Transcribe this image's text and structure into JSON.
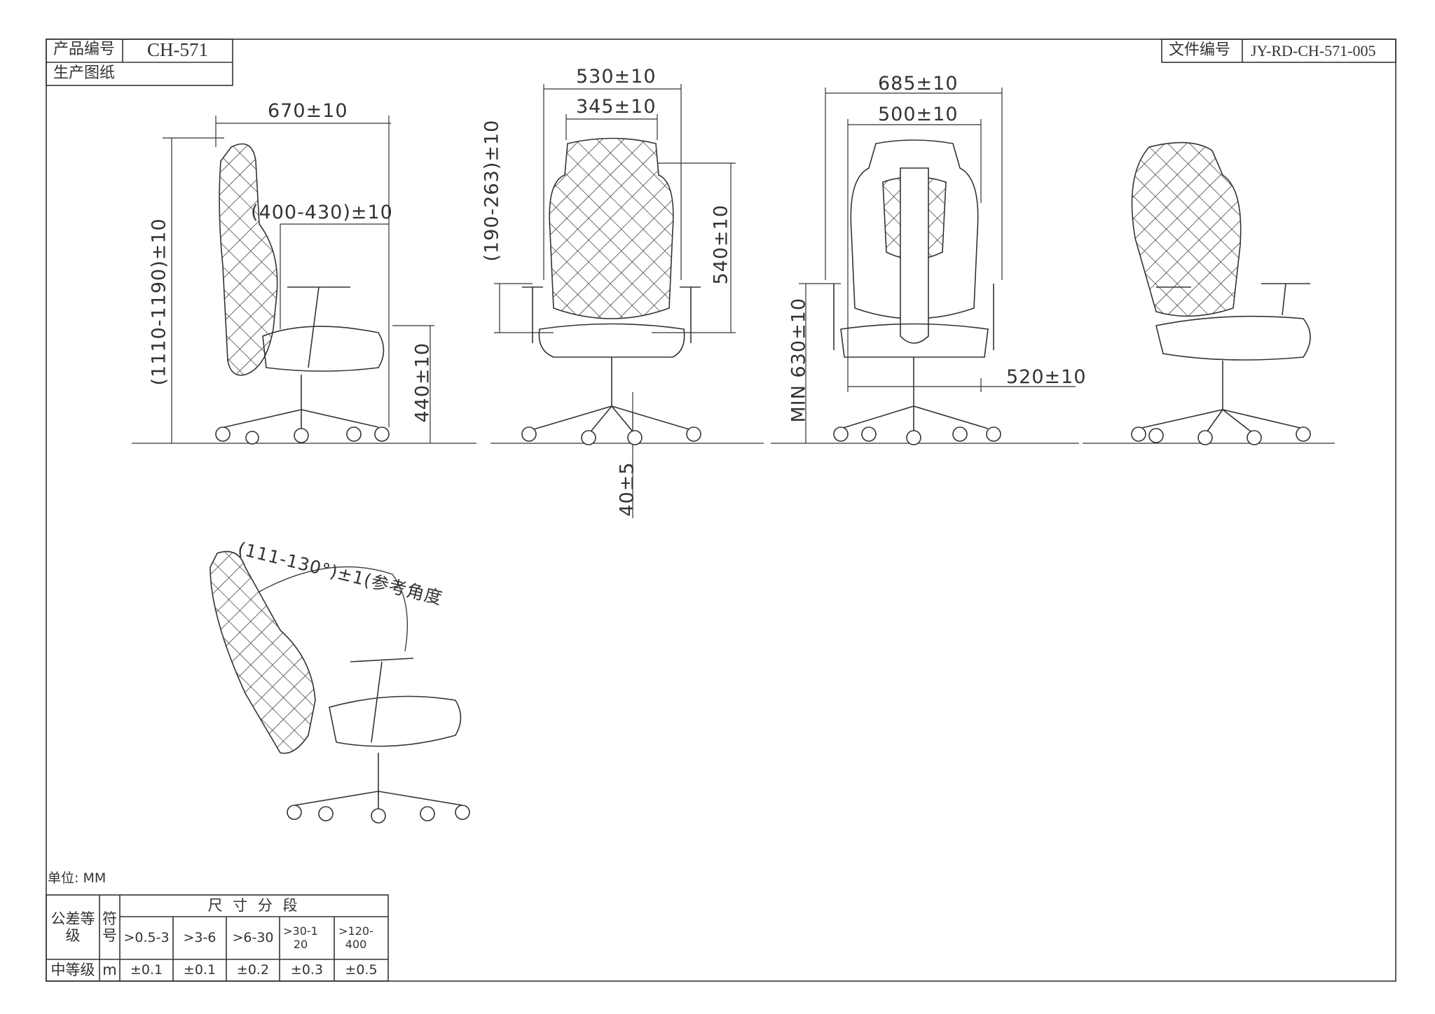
{
  "title_block": {
    "product_no_label": "产品编号",
    "product_no": "CH-571",
    "drawing_type": "生产图纸",
    "file_no_label": "文件编号",
    "file_no": "JY-RD-CH-571-005"
  },
  "dimensions": {
    "side_depth": "670±10",
    "seat_depth": "(400-430)±10",
    "overall_height": "(1110-1190)±10",
    "seat_height": "440±10",
    "overall_width": "530±10",
    "backrest_width": "345±10",
    "headrest_adjust": "(190-263)±10",
    "backrest_height": "540±10",
    "stroke": "40±5",
    "armrest_width": "685±10",
    "seat_width": "500±10",
    "armrest_height": "MIN 630±10",
    "seat_depth_back": "520±10",
    "recline_angle": "(111-130°)±1(参考角度"
  },
  "unit_label": "单位: MM",
  "tolerance_table": {
    "grade_header": "公差等级",
    "symbol_header": "符号",
    "range_header": "尺 寸 分 段",
    "ranges": [
      ">0.5-3",
      ">3-6",
      ">6-30",
      ">30-120",
      ">120-400"
    ],
    "row": {
      "grade": "中等级",
      "symbol": "m",
      "values": [
        "±0.1",
        "±0.1",
        "±0.2",
        "±0.3",
        "±0.5"
      ]
    }
  }
}
